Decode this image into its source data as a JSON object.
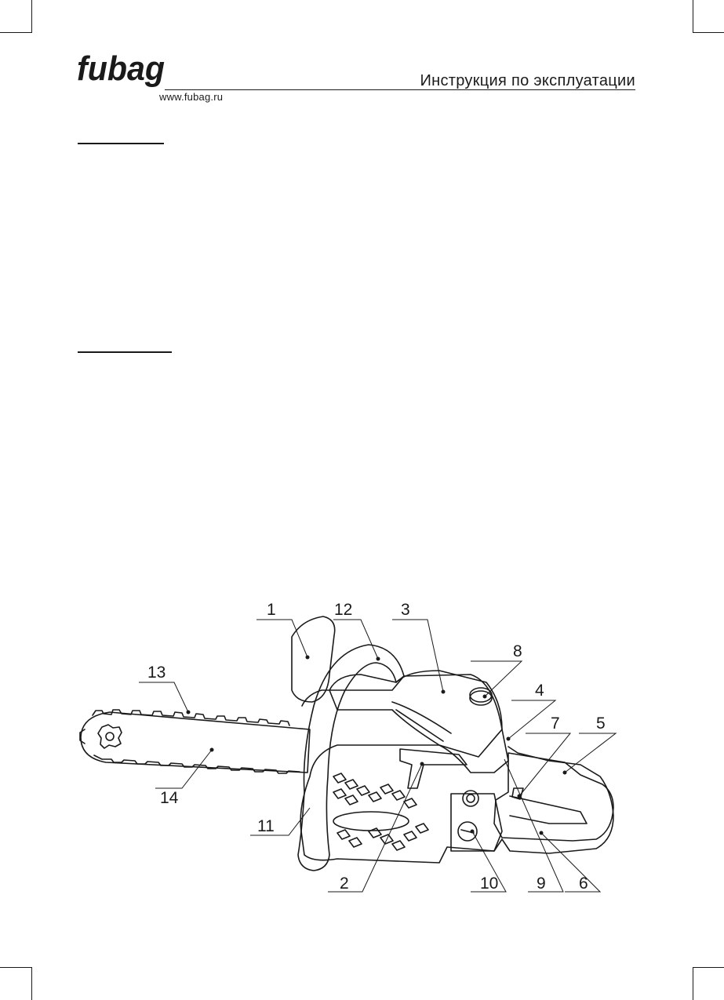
{
  "header": {
    "brand": "fubag",
    "website": "www.fubag.ru",
    "title": "Инструкция по эксплуатации"
  },
  "figure": {
    "callouts": [
      "1",
      "12",
      "3",
      "8",
      "4",
      "7",
      "5",
      "13",
      "14",
      "11",
      "2",
      "10",
      "9",
      "6"
    ]
  }
}
